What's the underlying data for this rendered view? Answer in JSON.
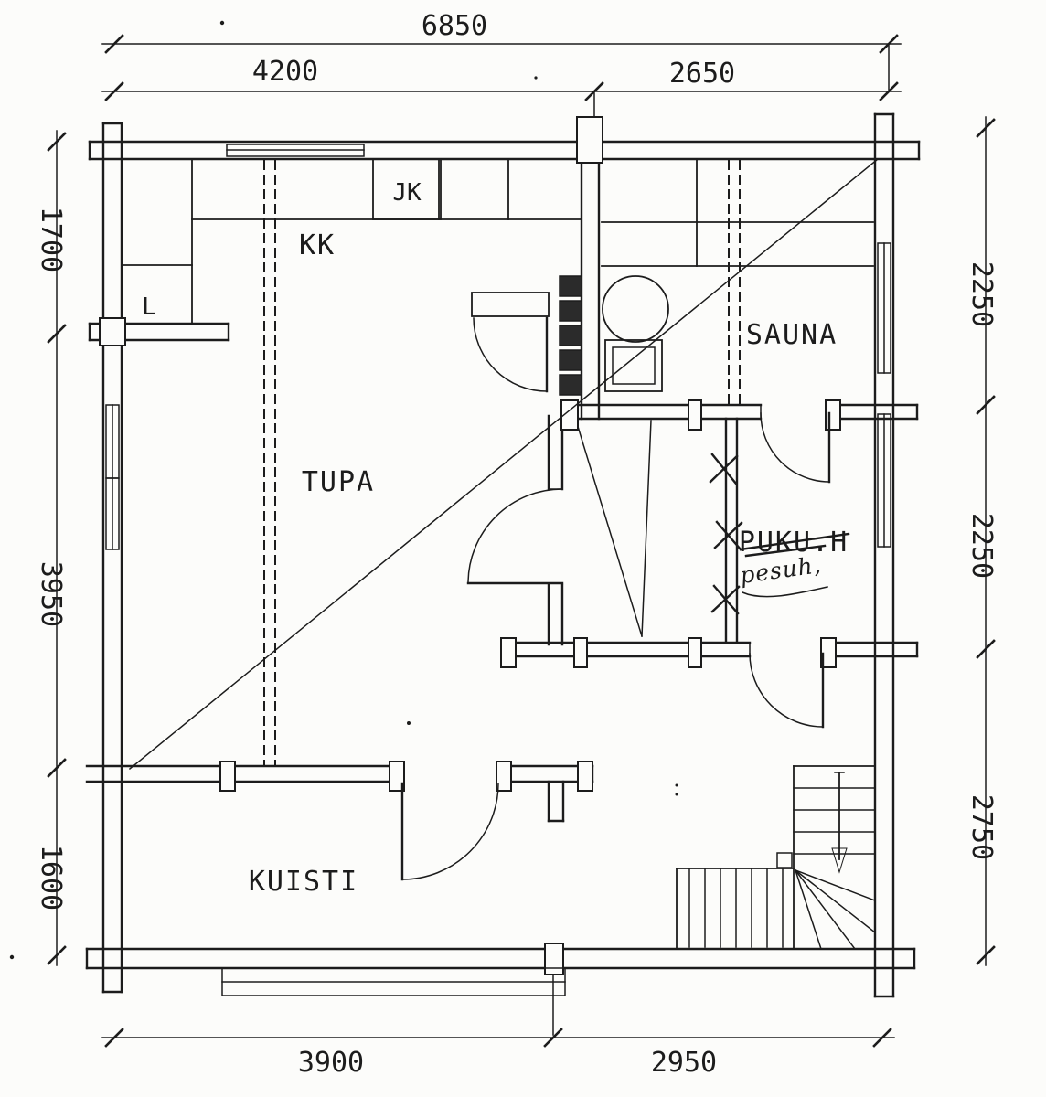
{
  "colors": {
    "ink": "#1c1c1c",
    "paper": "#fcfcfa"
  },
  "rooms": {
    "jk": "JK",
    "kk": "KK",
    "tupa": "TUPA",
    "sauna": "SAUNA",
    "pukuh": "PUKU.H",
    "kuisti": "KUISTI"
  },
  "annotations": {
    "pesuh": "pesuh,",
    "l_mark": "L"
  },
  "dimensions": {
    "top_total": "6850",
    "top_left": "4200",
    "top_right": "2650",
    "side_left_top": "1700",
    "side_left_mid": "3950",
    "side_left_bottom": "1600",
    "side_right_top": "2250",
    "side_right_mid": "2250",
    "side_right_bottom": "2750",
    "bottom_left": "3900",
    "bottom_right": "2950"
  }
}
